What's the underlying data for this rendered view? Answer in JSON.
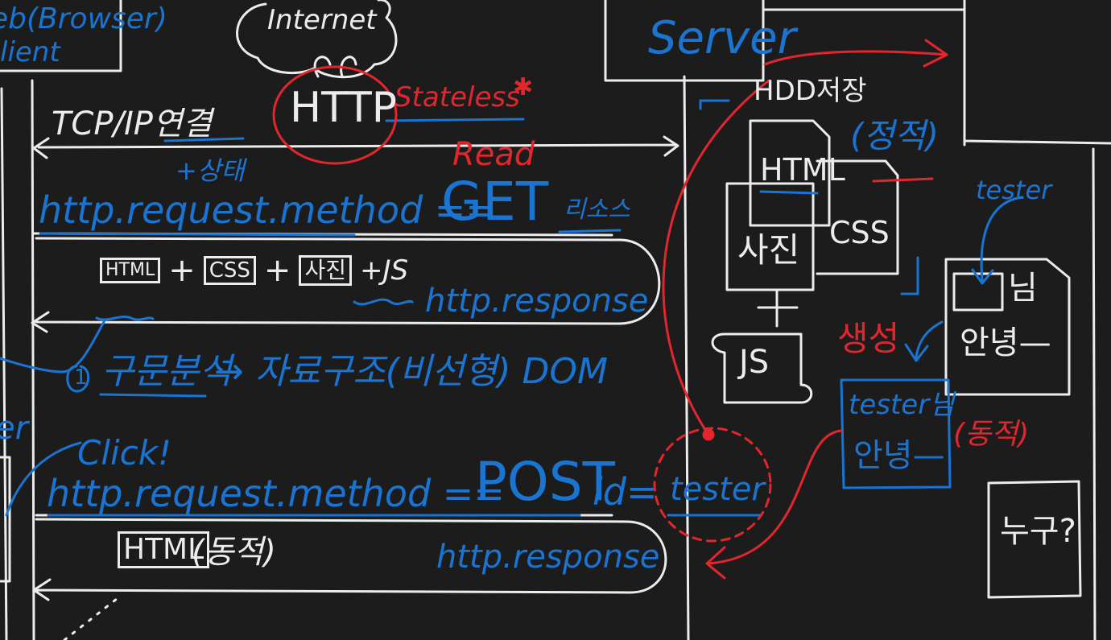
{
  "colors": {
    "white": "#ececec",
    "blue": "#1a74d2",
    "red": "#e3262e",
    "board": "#1c1c1c"
  },
  "top": {
    "client_title": "eb(Browser)",
    "client_sub": "lient",
    "internet": "Internet",
    "server": "Server",
    "http": "HTTP",
    "stateless": "Stateless"
  },
  "connection": {
    "tcpip": "TCP/IP연결",
    "state": "+상태"
  },
  "get_request": {
    "code": "http.request.method ==",
    "method": "GET",
    "read": "Read",
    "resource": "리소스"
  },
  "response1": {
    "parts": [
      {
        "label": "HTML",
        "boxed": true
      },
      {
        "label": "+",
        "boxed": false
      },
      {
        "label": "CSS",
        "boxed": true
      },
      {
        "label": "+",
        "boxed": false
      },
      {
        "label": "사진",
        "boxed": true
      },
      {
        "label": "+JS",
        "boxed": false
      }
    ],
    "label": "http.response"
  },
  "parse": {
    "step": "1",
    "text": "구문분석",
    "rest": "→ 자료구조(비선형) DOM"
  },
  "left_edge": "er",
  "click": "Click!",
  "post_request": {
    "code": "http.request.method ==",
    "method": "POST",
    "param": "id=",
    "value": "tester"
  },
  "response2": {
    "html": "HTML",
    "note": "(동적)",
    "label": "http.response"
  },
  "server_storage": {
    "title": "HDD저장",
    "note": "(정적)",
    "files": [
      "HTML",
      "CSS",
      "사진"
    ],
    "plus": "+",
    "js": "JS"
  },
  "template": {
    "user": "tester",
    "greet": "안녕—",
    "suffix": "님"
  },
  "generated": {
    "label": "생성",
    "line1": "tester님",
    "line2": "안녕—",
    "note": "(동적)"
  },
  "who": "누구?"
}
